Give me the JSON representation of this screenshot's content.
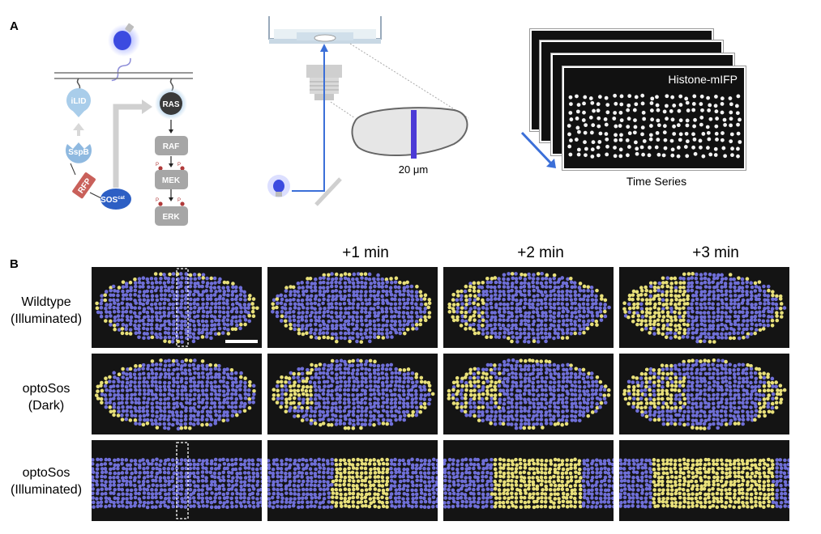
{
  "panel_a": {
    "label": "A",
    "pathway": {
      "ilid": "iLID",
      "sspb": "SspB",
      "rfp": "RFP",
      "sos_main": "SOS",
      "sos_sup": "cat",
      "ras": "RAS",
      "raf": "RAF",
      "mek": "MEK",
      "erk": "ERK",
      "phospho": "P"
    },
    "scale_label": "20 μm",
    "stack_label": "Histone-mIFP",
    "time_series_label": "Time Series",
    "colors": {
      "light_blue": "#a9cdea",
      "sos_blue": "#2d5fc4",
      "rfp_red": "#c9605a",
      "ras_dark": "#3a3a3a",
      "kinase_grey": "#a6a6a6",
      "laser": "#3b6fd8",
      "stripe": "#4b3ad6",
      "embryo_fill": "#e6e6e6"
    }
  },
  "panel_b": {
    "label": "B",
    "columns": [
      "+1 min",
      "+2 min",
      "+3 min"
    ],
    "rows": [
      {
        "line1": "Wildtype",
        "line2": "(Illuminated)"
      },
      {
        "line1": "optoSos",
        "line2": "(Dark)"
      },
      {
        "line1": "optoSos",
        "line2": "(Illuminated)"
      }
    ],
    "colors": {
      "nucleus_blue": "#6f6fd8",
      "nucleus_yellow": "#e8e07a",
      "background": "#141414"
    }
  }
}
